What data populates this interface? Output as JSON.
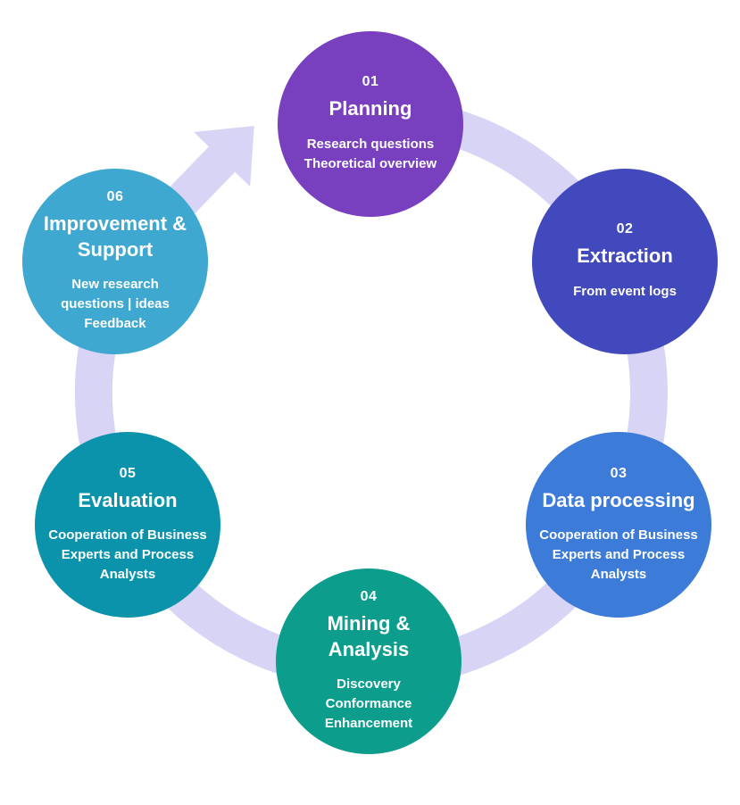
{
  "diagram": {
    "name": "process-mining-lifecycle-cycle",
    "direction": "clockwise"
  },
  "colors": {
    "background": "#FFFFFF",
    "ring": "#D8D4F6",
    "text": "#FFFFFF"
  },
  "stages": [
    {
      "number": "01",
      "title": "Planning",
      "description": "Research questions\nTheoretical overview",
      "color": "#7840BF"
    },
    {
      "number": "02",
      "title": "Extraction",
      "description": "From event logs",
      "color": "#4149BC"
    },
    {
      "number": "03",
      "title": "Data processing",
      "description": "Cooperation of Business\nExperts and Process\nAnalysts",
      "color": "#3D7BD8"
    },
    {
      "number": "04",
      "title": "Mining &\nAnalysis",
      "description": "Discovery\nConformance\nEnhancement",
      "color": "#0D9D8C"
    },
    {
      "number": "05",
      "title": "Evaluation",
      "description": "Cooperation of Business\nExperts and Process\nAnalysts",
      "color": "#0C93AC"
    },
    {
      "number": "06",
      "title": "Improvement &\nSupport",
      "description": "New research\nquestions | ideas\nFeedback",
      "color": "#3FA8D0"
    }
  ]
}
